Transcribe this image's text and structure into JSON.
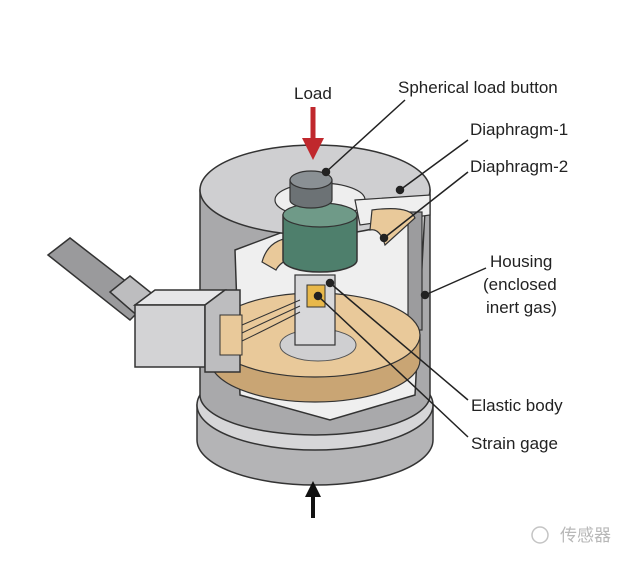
{
  "labels": {
    "load": "Load",
    "spherical_load_button": "Spherical load button",
    "diaphragm_1": "Diaphragm-1",
    "diaphragm_2": "Diaphragm-2",
    "housing_line1": "Housing",
    "housing_line2": "(enclosed",
    "housing_line3": "inert gas)",
    "elastic_body": "Elastic body",
    "strain_gage": "Strain gage"
  },
  "watermark": "传感器",
  "colors": {
    "load_arrow": "#c0282d",
    "elastic_body": "#e9c99a",
    "load_button": "#4e7f6c",
    "housing": "#c8c8ca"
  }
}
